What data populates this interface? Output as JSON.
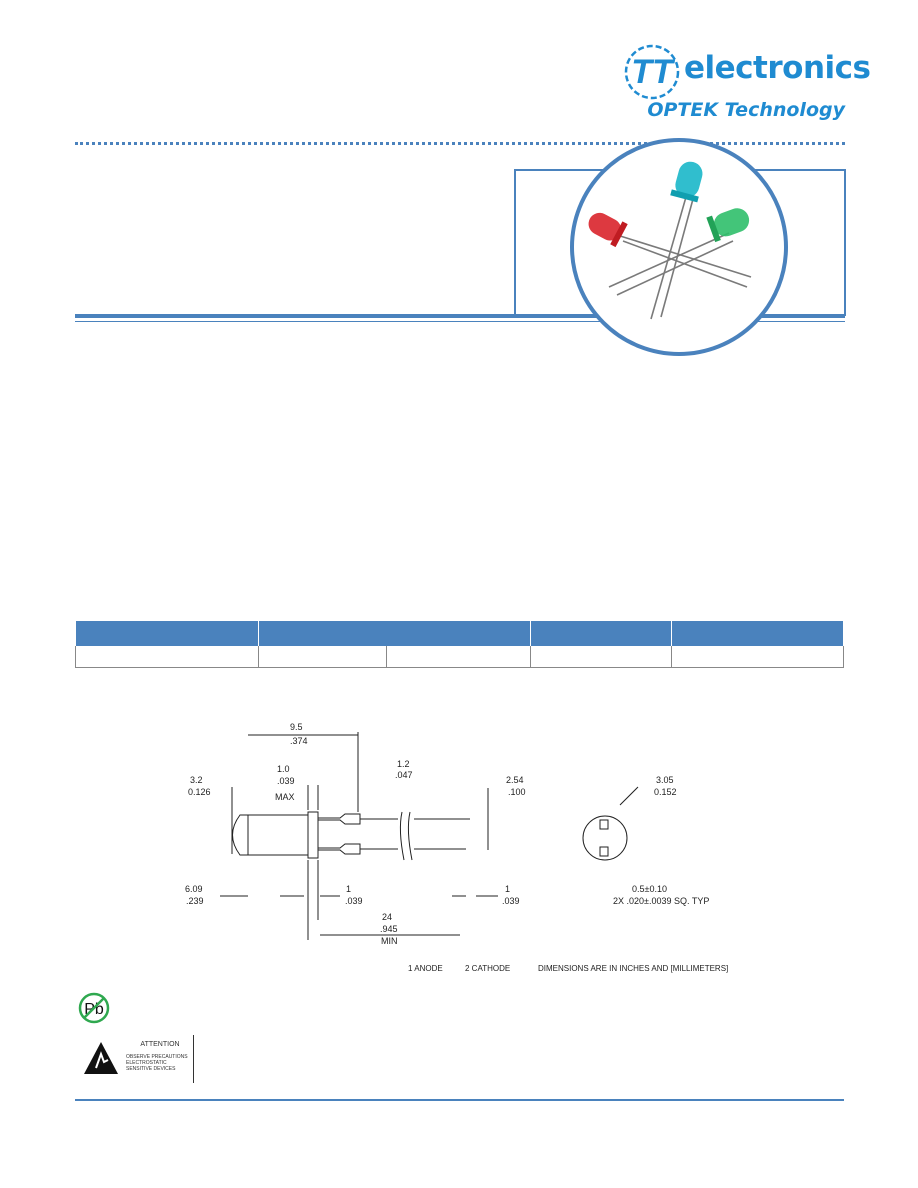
{
  "brand": {
    "mark": "TT",
    "name": "electronics",
    "division": "OPTEK Technology",
    "color": "#1f8bd1"
  },
  "accent_color": "#4a82bd",
  "product_image": {
    "icon": "three-leds-photo",
    "led_colors": [
      "#d9242b",
      "#19b7c9",
      "#2fbf6a"
    ]
  },
  "table": {
    "header_cells": 4,
    "row_cells": 5
  },
  "drawing": {
    "dims": {
      "overall_mm": "9.5",
      "overall_in": ".374",
      "flange_mm": "1.0",
      "flange_in": ".039",
      "flange_note": "MAX",
      "lead_gap_mm": "1.2",
      "lead_gap_in": ".047",
      "pitch_mm": "2.54",
      "pitch_in": ".100",
      "lens_mm": "3.2",
      "lens_in": "0.126",
      "body_mm": "6.09",
      "body_in": ".239",
      "left_flange_mm": "1",
      "left_flange_in": ".039",
      "lead_length_mm": "24",
      "lead_length_in": ".945",
      "lead_length_note": "MIN",
      "right_mm": "1",
      "right_in": ".039",
      "end_mm": "3.05",
      "end_in": "0.152",
      "lead_sq_mm": "0.5±0.10",
      "lead_sq_in": "2X .020±.0039 SQ. TYP"
    },
    "pin1": "1 ANODE",
    "pin2": "2 CATHODE",
    "units_note": "DIMENSIONS ARE IN INCHES AND [MILLIMETERS]"
  },
  "compliance": {
    "pb_label": "Pb"
  },
  "esd": {
    "title": "ATTENTION",
    "lines": [
      "OBSERVE PRECAUTIONS",
      "ELECTROSTATIC",
      "SENSITIVE DEVICES"
    ]
  }
}
